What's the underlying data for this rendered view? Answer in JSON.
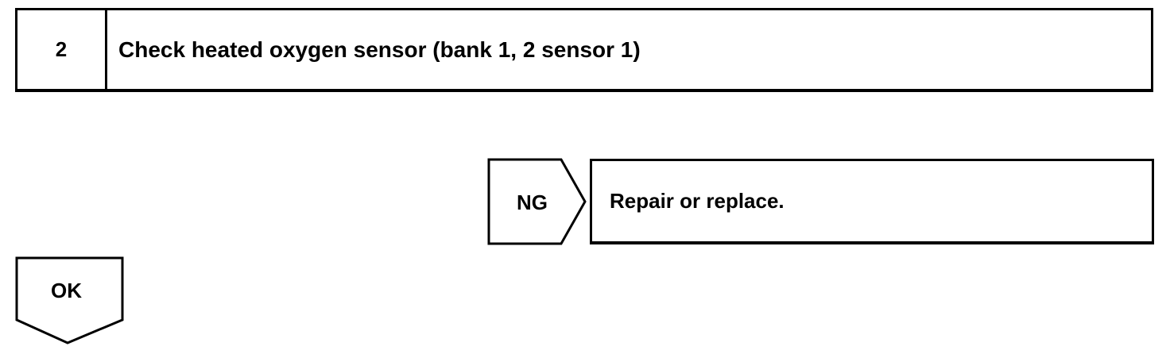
{
  "step": {
    "number": "2",
    "title": "Check heated oxygen sensor (bank 1, 2 sensor 1)"
  },
  "ng_branch": {
    "label": "NG",
    "action": "Repair or replace."
  },
  "ok_branch": {
    "label": "OK"
  }
}
